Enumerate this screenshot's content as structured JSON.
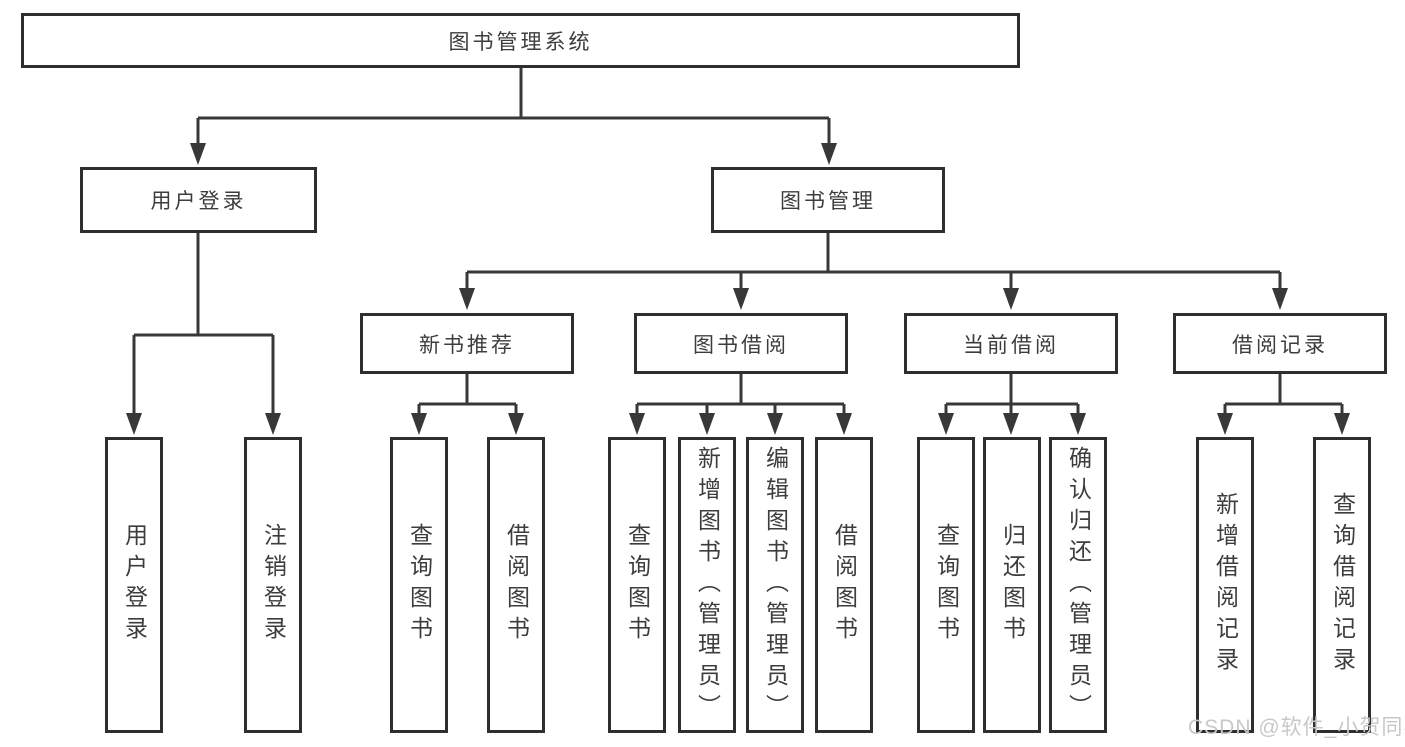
{
  "labels": {
    "root": "图书管理系统",
    "user_login": "用户登录",
    "book_mgmt": "图书管理",
    "new_books": "新书推荐",
    "book_borrow": "图书借阅",
    "current_borrow": "当前借阅",
    "borrow_records": "借阅记录",
    "leaf_user_login": "用户登录",
    "leaf_logout": "注销登录",
    "nb_query_books": "查询图书",
    "nb_borrow_books": "借阅图书",
    "bb_query_books": "查询图书",
    "bb_add_books": "新增图书（管理员）",
    "bb_edit_books": "编辑图书（管理员）",
    "bb_borrow_books": "借阅图书",
    "cb_query_books": "查询图书",
    "cb_return_books": "归还图书",
    "cb_confirm_return": "确认归还（管理员）",
    "br_add_record": "新增借阅记录",
    "br_query_record": "查询借阅记录"
  },
  "watermark": "CSDN @软件_小贺同学",
  "colors": {
    "line": "#383838",
    "box_border": "#2e2e2e",
    "text": "#3d3d3d",
    "watermark": "#c8c8c8",
    "background": "#ffffff"
  }
}
